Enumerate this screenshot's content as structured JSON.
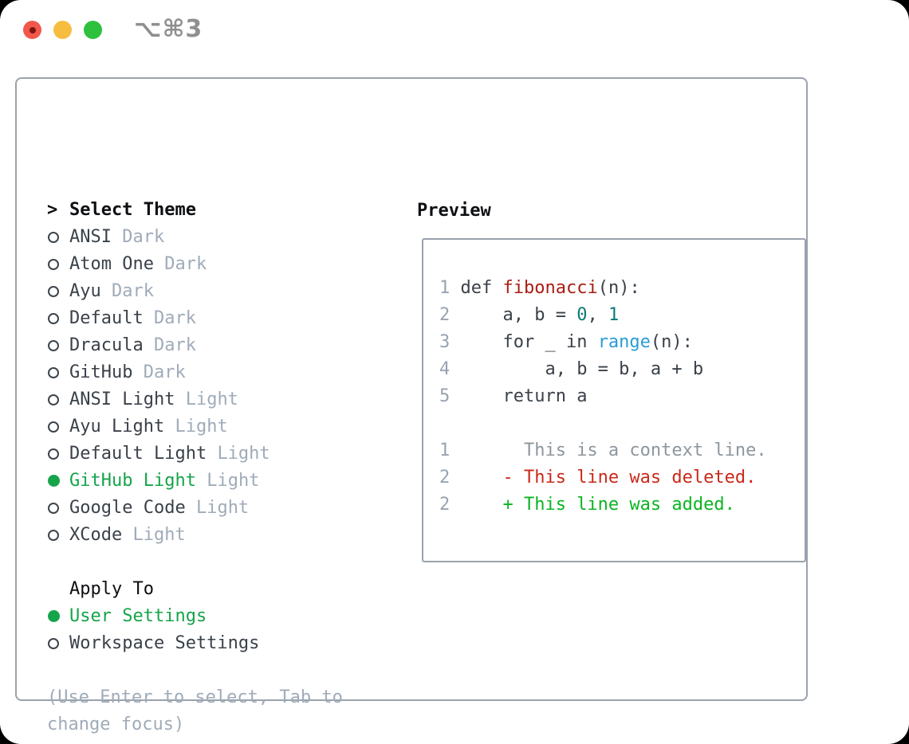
{
  "window": {
    "title": "⌥⌘3"
  },
  "colors": {
    "outside-bg": "#000000",
    "window-bg": "#ffffff",
    "border": "#9aa2ac",
    "title-gray": "#8f8f8f",
    "traffic-red": "#f2574b",
    "traffic-red-dot": "#7c150e",
    "traffic-yellow": "#f6bd3f",
    "traffic-green": "#2ec13d",
    "heading": "#0d0f12",
    "text-dark": "#3a4149",
    "muted": "#a0abb9",
    "line-num": "#98a3b1",
    "context": "#8d969e",
    "accent-green": "#16a44a",
    "added-green": "#0cb423",
    "deleted-red": "#c9291a",
    "func-red": "#a81e10",
    "const-teal": "#0c7a74",
    "call-blue": "#2a9cd8"
  },
  "theme_list": {
    "header": {
      "prompt": ">",
      "label": "Select Theme"
    },
    "items": [
      {
        "name": "ANSI",
        "variant": "Dark",
        "state": "none"
      },
      {
        "name": "Atom One",
        "variant": "Dark",
        "state": "none"
      },
      {
        "name": "Ayu",
        "variant": "Dark",
        "state": "none"
      },
      {
        "name": "Default",
        "variant": "Dark",
        "state": "none"
      },
      {
        "name": "Dracula",
        "variant": "Dark",
        "state": "none"
      },
      {
        "name": "GitHub",
        "variant": "Dark",
        "state": "none"
      },
      {
        "name": "ANSI Light",
        "variant": "Light",
        "state": "none"
      },
      {
        "name": "Ayu Light",
        "variant": "Light",
        "state": "none"
      },
      {
        "name": "Default Light",
        "variant": "Light",
        "state": "none"
      },
      {
        "name": "GitHub Light",
        "variant": "Light",
        "state": "selected"
      },
      {
        "name": "Google Code",
        "variant": "Light",
        "state": "none"
      },
      {
        "name": "XCode",
        "variant": "Light",
        "state": "none"
      }
    ]
  },
  "apply_to": {
    "label": "Apply To",
    "options": [
      {
        "name": "User Settings",
        "state": "selected"
      },
      {
        "name": "Workspace Settings",
        "state": "none"
      }
    ]
  },
  "help": {
    "line1": "(Use Enter to select, Tab to",
    "line2": "change focus)"
  },
  "preview": {
    "label": "Preview",
    "code_lines": [
      {
        "num": "1",
        "tokens": [
          {
            "t": " def ",
            "c": "code"
          },
          {
            "t": "fibonacci",
            "c": "red"
          },
          {
            "t": "(n):",
            "c": "code"
          }
        ]
      },
      {
        "num": "2",
        "tokens": [
          {
            "t": "     a, b = ",
            "c": "code"
          },
          {
            "t": "0",
            "c": "teal"
          },
          {
            "t": ", ",
            "c": "code"
          },
          {
            "t": "1",
            "c": "teal"
          }
        ]
      },
      {
        "num": "3",
        "tokens": [
          {
            "t": "     for _ in ",
            "c": "code"
          },
          {
            "t": "range",
            "c": "blue"
          },
          {
            "t": "(n):",
            "c": "code"
          }
        ]
      },
      {
        "num": "4",
        "tokens": [
          {
            "t": "         a, b = b, a + b",
            "c": "code"
          }
        ]
      },
      {
        "num": "5",
        "tokens": [
          {
            "t": "     return a",
            "c": "code"
          }
        ]
      }
    ],
    "diff_lines": [
      {
        "num": "1",
        "tokens": [
          {
            "t": "       This is a context line.",
            "c": "context"
          }
        ]
      },
      {
        "num": "2",
        "tokens": [
          {
            "t": "     - This line was deleted.",
            "c": "deleted"
          }
        ]
      },
      {
        "num": "2",
        "tokens": [
          {
            "t": "     + This line was added.",
            "c": "added"
          }
        ]
      }
    ]
  }
}
